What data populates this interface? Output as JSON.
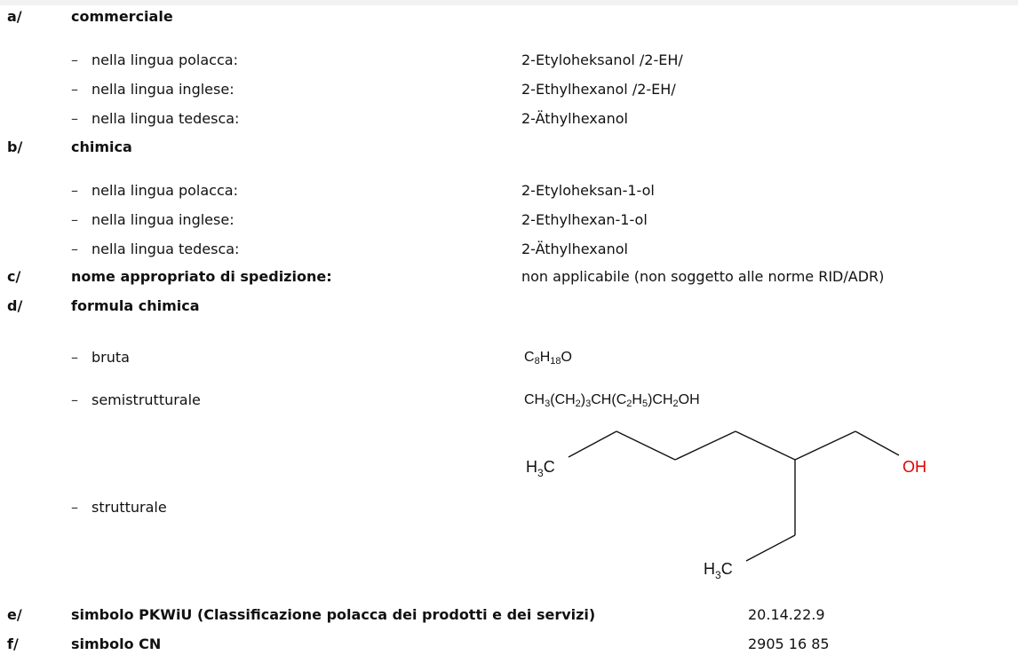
{
  "section_a": {
    "label": "a/",
    "title": "commerciale",
    "items": [
      {
        "dash": "–",
        "label": "nella lingua polacca:",
        "value": "2-Etyloheksanol /2-EH/"
      },
      {
        "dash": "–",
        "label": "nella lingua inglese:",
        "value": "2-Ethylhexanol /2-EH/"
      },
      {
        "dash": "–",
        "label": " nella lingua tedesca:",
        "value": "2-Äthylhexanol"
      }
    ]
  },
  "section_b": {
    "label": "b/",
    "title": "chimica",
    "items": [
      {
        "dash": "–",
        "label": "nella lingua polacca:",
        "value": "2-Etyloheksan-1-ol"
      },
      {
        "dash": "–",
        "label": "nella lingua inglese:",
        "value": "2-Ethylhexan-1-ol"
      },
      {
        "dash": "–",
        "label": "nella lingua tedesca:",
        "value": "2-Äthylhexanol"
      }
    ]
  },
  "section_c": {
    "label": "c/",
    "title": "nome appropriato di spedizione:",
    "value": "non applicabile (non soggetto alle norme RID/ADR)"
  },
  "section_d": {
    "label": "d/",
    "title": "formula chimica",
    "bruta_label": "bruta",
    "bruta_parts": [
      "C",
      "8",
      "H",
      "18",
      "O"
    ],
    "semi_label": "semistrutturale",
    "semi_parts": [
      "CH",
      "3",
      "(CH",
      "2",
      ")",
      "3",
      "CH(C",
      "2",
      "H",
      "5",
      ")CH",
      "2",
      "OH"
    ],
    "structural_label": "strutturale",
    "structure": {
      "ch3_top_main": "H",
      "ch3_top_sub": "3",
      "ch3_top_c": "C",
      "oh": "OH",
      "ch3_bottom_main": "H",
      "ch3_bottom_sub": "3",
      "ch3_bottom_c": "C",
      "oh_color": "#e00000"
    },
    "dash": "–"
  },
  "section_e": {
    "label": "e/",
    "title": "simbolo PKWiU (Classificazione polacca dei prodotti e dei servizi)",
    "value": "20.14.22.9"
  },
  "section_f": {
    "label": "f/",
    "title": "simbolo CN",
    "value": "2905 16 85"
  }
}
